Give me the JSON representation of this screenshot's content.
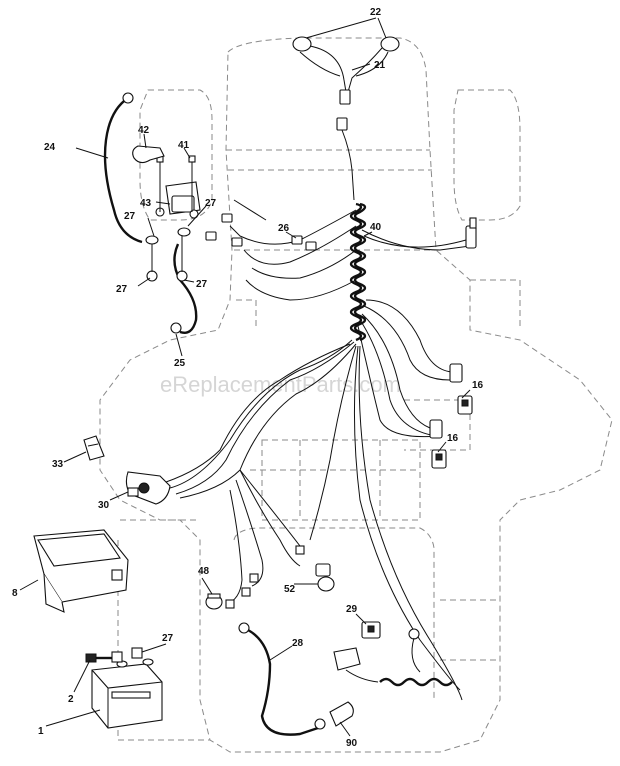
{
  "watermark": "eReplacementParts.com",
  "callouts": {
    "c1": "1",
    "c2": "2",
    "c8": "8",
    "c16a": "16",
    "c16b": "16",
    "c21": "21",
    "c22": "22",
    "c24": "24",
    "c25": "25",
    "c26": "26",
    "c27a": "27",
    "c27b": "27",
    "c27c": "27",
    "c27d": "27",
    "c27e": "27",
    "c28": "28",
    "c29": "29",
    "c30": "30",
    "c33": "33",
    "c40": "40",
    "c41": "41",
    "c42": "42",
    "c43": "43",
    "c48": "48",
    "c52": "52",
    "c90": "90"
  }
}
